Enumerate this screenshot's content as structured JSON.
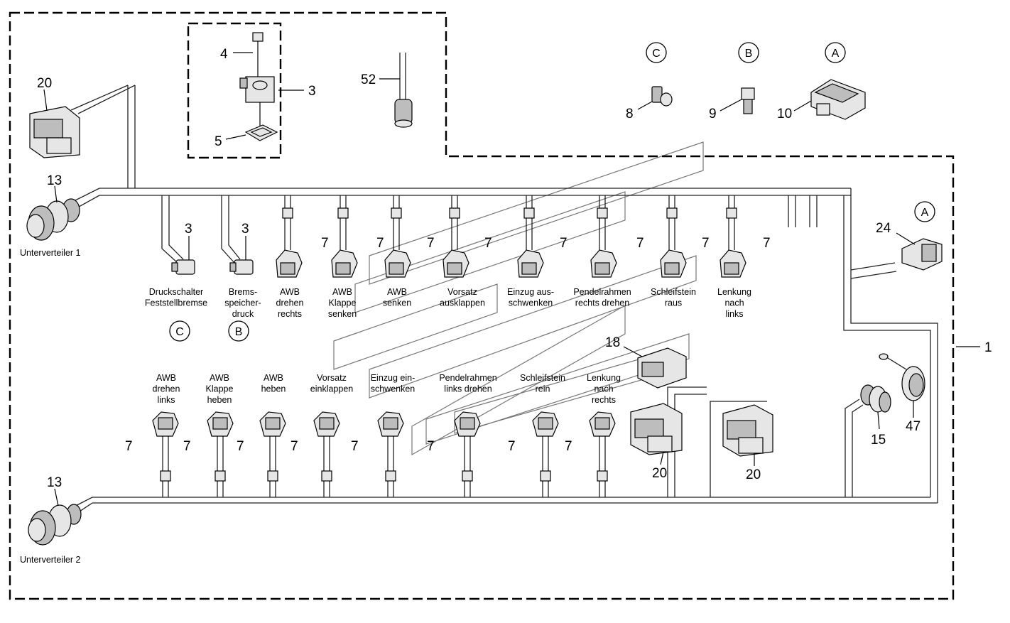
{
  "callouts": {
    "n1": "1",
    "n3a": "3",
    "n3b": "3",
    "n3c": "3",
    "n4": "4",
    "n5": "5",
    "n52": "52",
    "n8": "8",
    "n9": "9",
    "n10": "10",
    "n20a": "20",
    "n20b": "20",
    "n20c": "20",
    "n13a": "13",
    "n13b": "13",
    "n24": "24",
    "n18": "18",
    "n15": "15",
    "n47": "47",
    "n7_1": "7",
    "n7_2": "7",
    "n7_3": "7",
    "n7_4": "7",
    "n7_5": "7",
    "n7_6": "7",
    "n7_7": "7",
    "n7_8": "7",
    "n7_9": "7",
    "n7_10": "7",
    "n7_11": "7",
    "n7_12": "7",
    "n7_13": "7",
    "n7_14": "7",
    "n7_15": "7",
    "n7_16": "7"
  },
  "circle_refs": {
    "top_c": "C",
    "top_b": "B",
    "top_a": "A",
    "right_a": "A",
    "mid_c": "C",
    "mid_b": "B"
  },
  "labels": {
    "unterverteiler1": "Unterverteiler 1",
    "unterverteiler2": "Unterverteiler 2",
    "top": [
      [
        "Druckschalter",
        "Feststellbremse"
      ],
      [
        "Brems-",
        "speicher-",
        "druck"
      ],
      [
        "AWB",
        "drehen",
        "rechts"
      ],
      [
        "AWB",
        "Klappe",
        "senken"
      ],
      [
        "AWB",
        "senken"
      ],
      [
        "Vorsatz",
        "ausklappen"
      ],
      [
        "Einzug aus-",
        "schwenken"
      ],
      [
        "Pendelrahmen",
        "rechts drehen"
      ],
      [
        "Schleifstein",
        "raus"
      ],
      [
        "Lenkung",
        "nach",
        "links"
      ]
    ],
    "bottom": [
      [
        "AWB",
        "drehen",
        "links"
      ],
      [
        "AWB",
        "Klappe",
        "heben"
      ],
      [
        "AWB",
        "heben"
      ],
      [
        "Vorsatz",
        "einklappen"
      ],
      [
        "Einzug ein-",
        "schwenken"
      ],
      [
        "Pendelrahmen",
        "links drehen"
      ],
      [
        "Schleifstein",
        "rein"
      ],
      [
        "Lenkung",
        "nach",
        "rechts"
      ]
    ]
  }
}
